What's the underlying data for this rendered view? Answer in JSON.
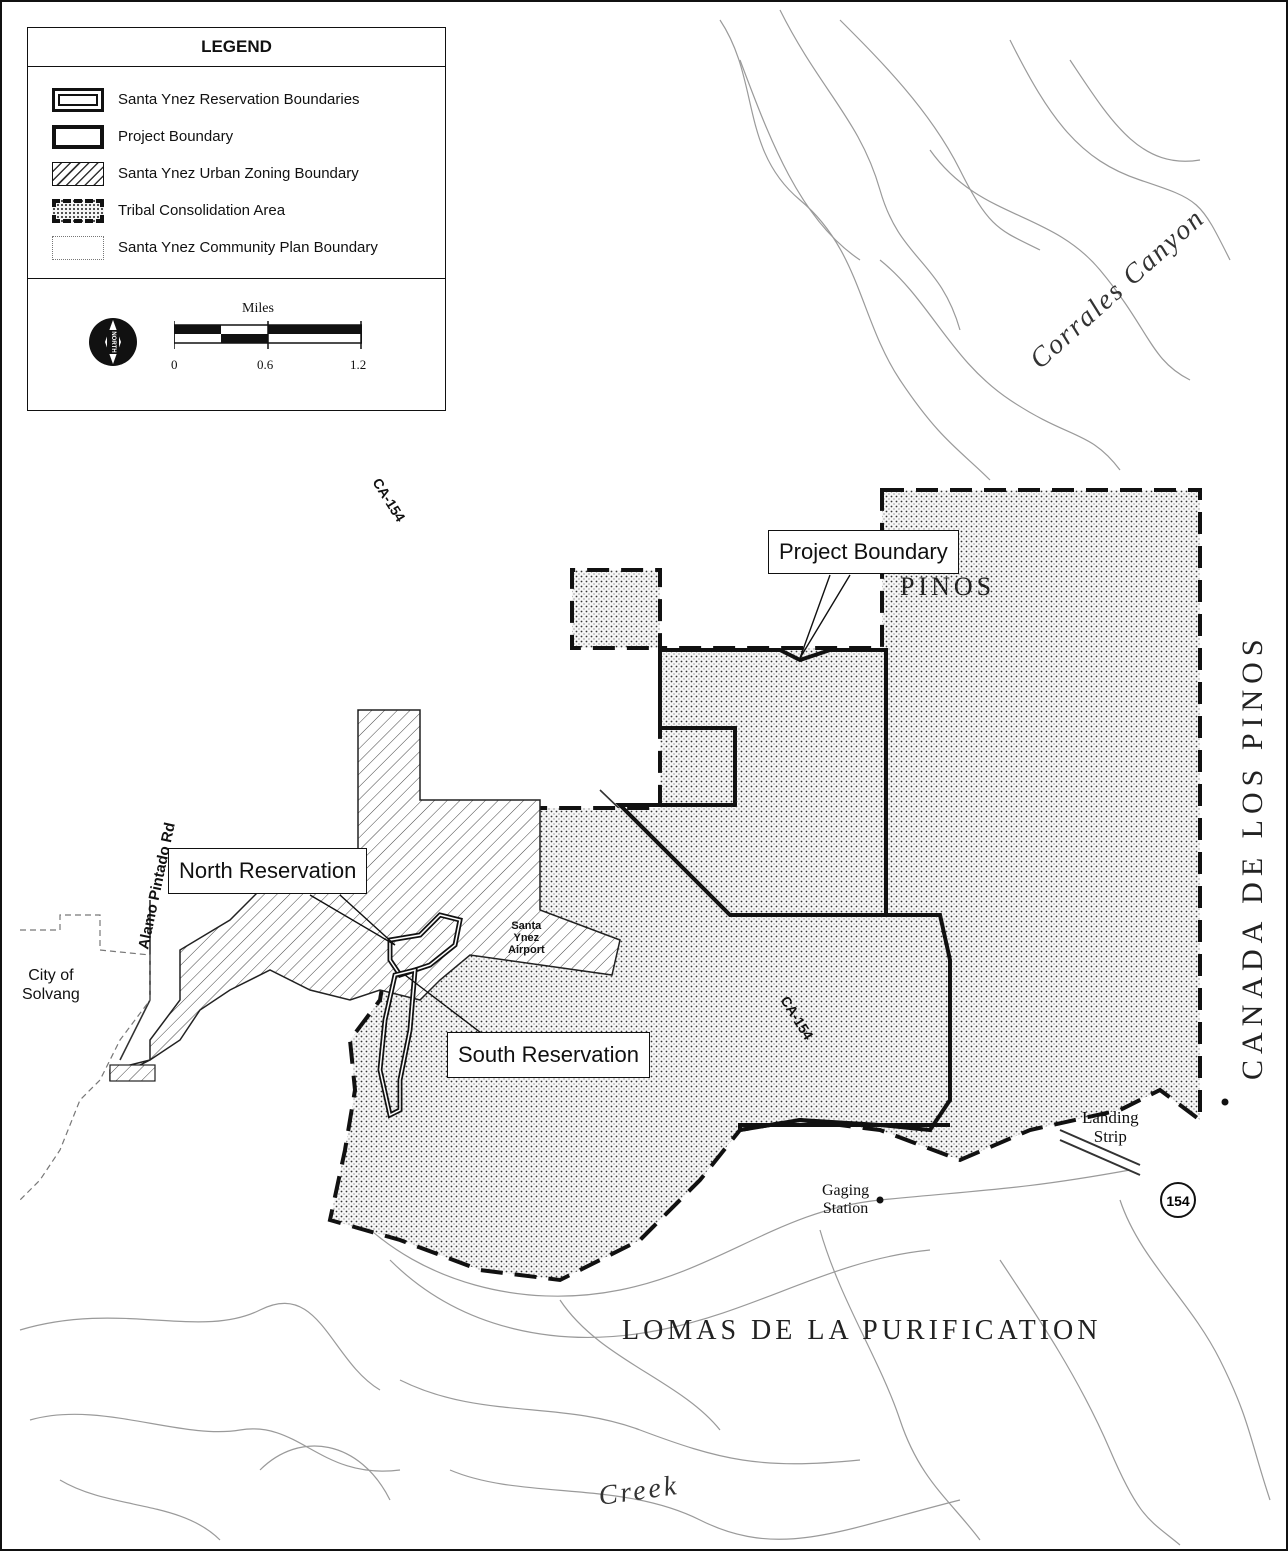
{
  "legend": {
    "title": "LEGEND",
    "items": [
      {
        "label": "Santa Ynez Reservation Boundaries"
      },
      {
        "label": "Project Boundary"
      },
      {
        "label": "Santa Ynez Urban Zoning Boundary"
      },
      {
        "label": "Tribal Consolidation Area"
      },
      {
        "label": "Santa Ynez Community Plan Boundary"
      }
    ],
    "scale": {
      "title": "Miles",
      "ticks": [
        "0",
        "0.6",
        "1.2"
      ]
    },
    "north": {
      "label": "NORTH"
    }
  },
  "callouts": {
    "project_boundary": "Project Boundary",
    "north_reservation": "North Reservation",
    "south_reservation": "South Reservation"
  },
  "places": {
    "solvang_line1": "City of",
    "solvang_line2": "Solvang",
    "pinos": "PINOS",
    "lomas": "LOMAS DE LA PURIFICATION",
    "canada_de_los_pinos": "CANADA DE LOS PINOS",
    "corrales_canyon": "Corrales Canyon",
    "alamo_pintado_rd": "Alamo Pintado Rd",
    "ca_154_north": "CA-154",
    "ca_154_south": "CA-154",
    "hwy_154_shield": "154",
    "landing_strip_line1": "Landing",
    "landing_strip_line2": "Strip",
    "gaging_station_line1": "Gaging",
    "gaging_station_line2": "Station",
    "creek": "Creek",
    "airport_line1": "Santa",
    "airport_line2": "Ynez",
    "airport_line3": "Airport"
  },
  "colors": {
    "ink": "#111111",
    "topo": "#9a9a9a",
    "stipple": "#222222"
  }
}
